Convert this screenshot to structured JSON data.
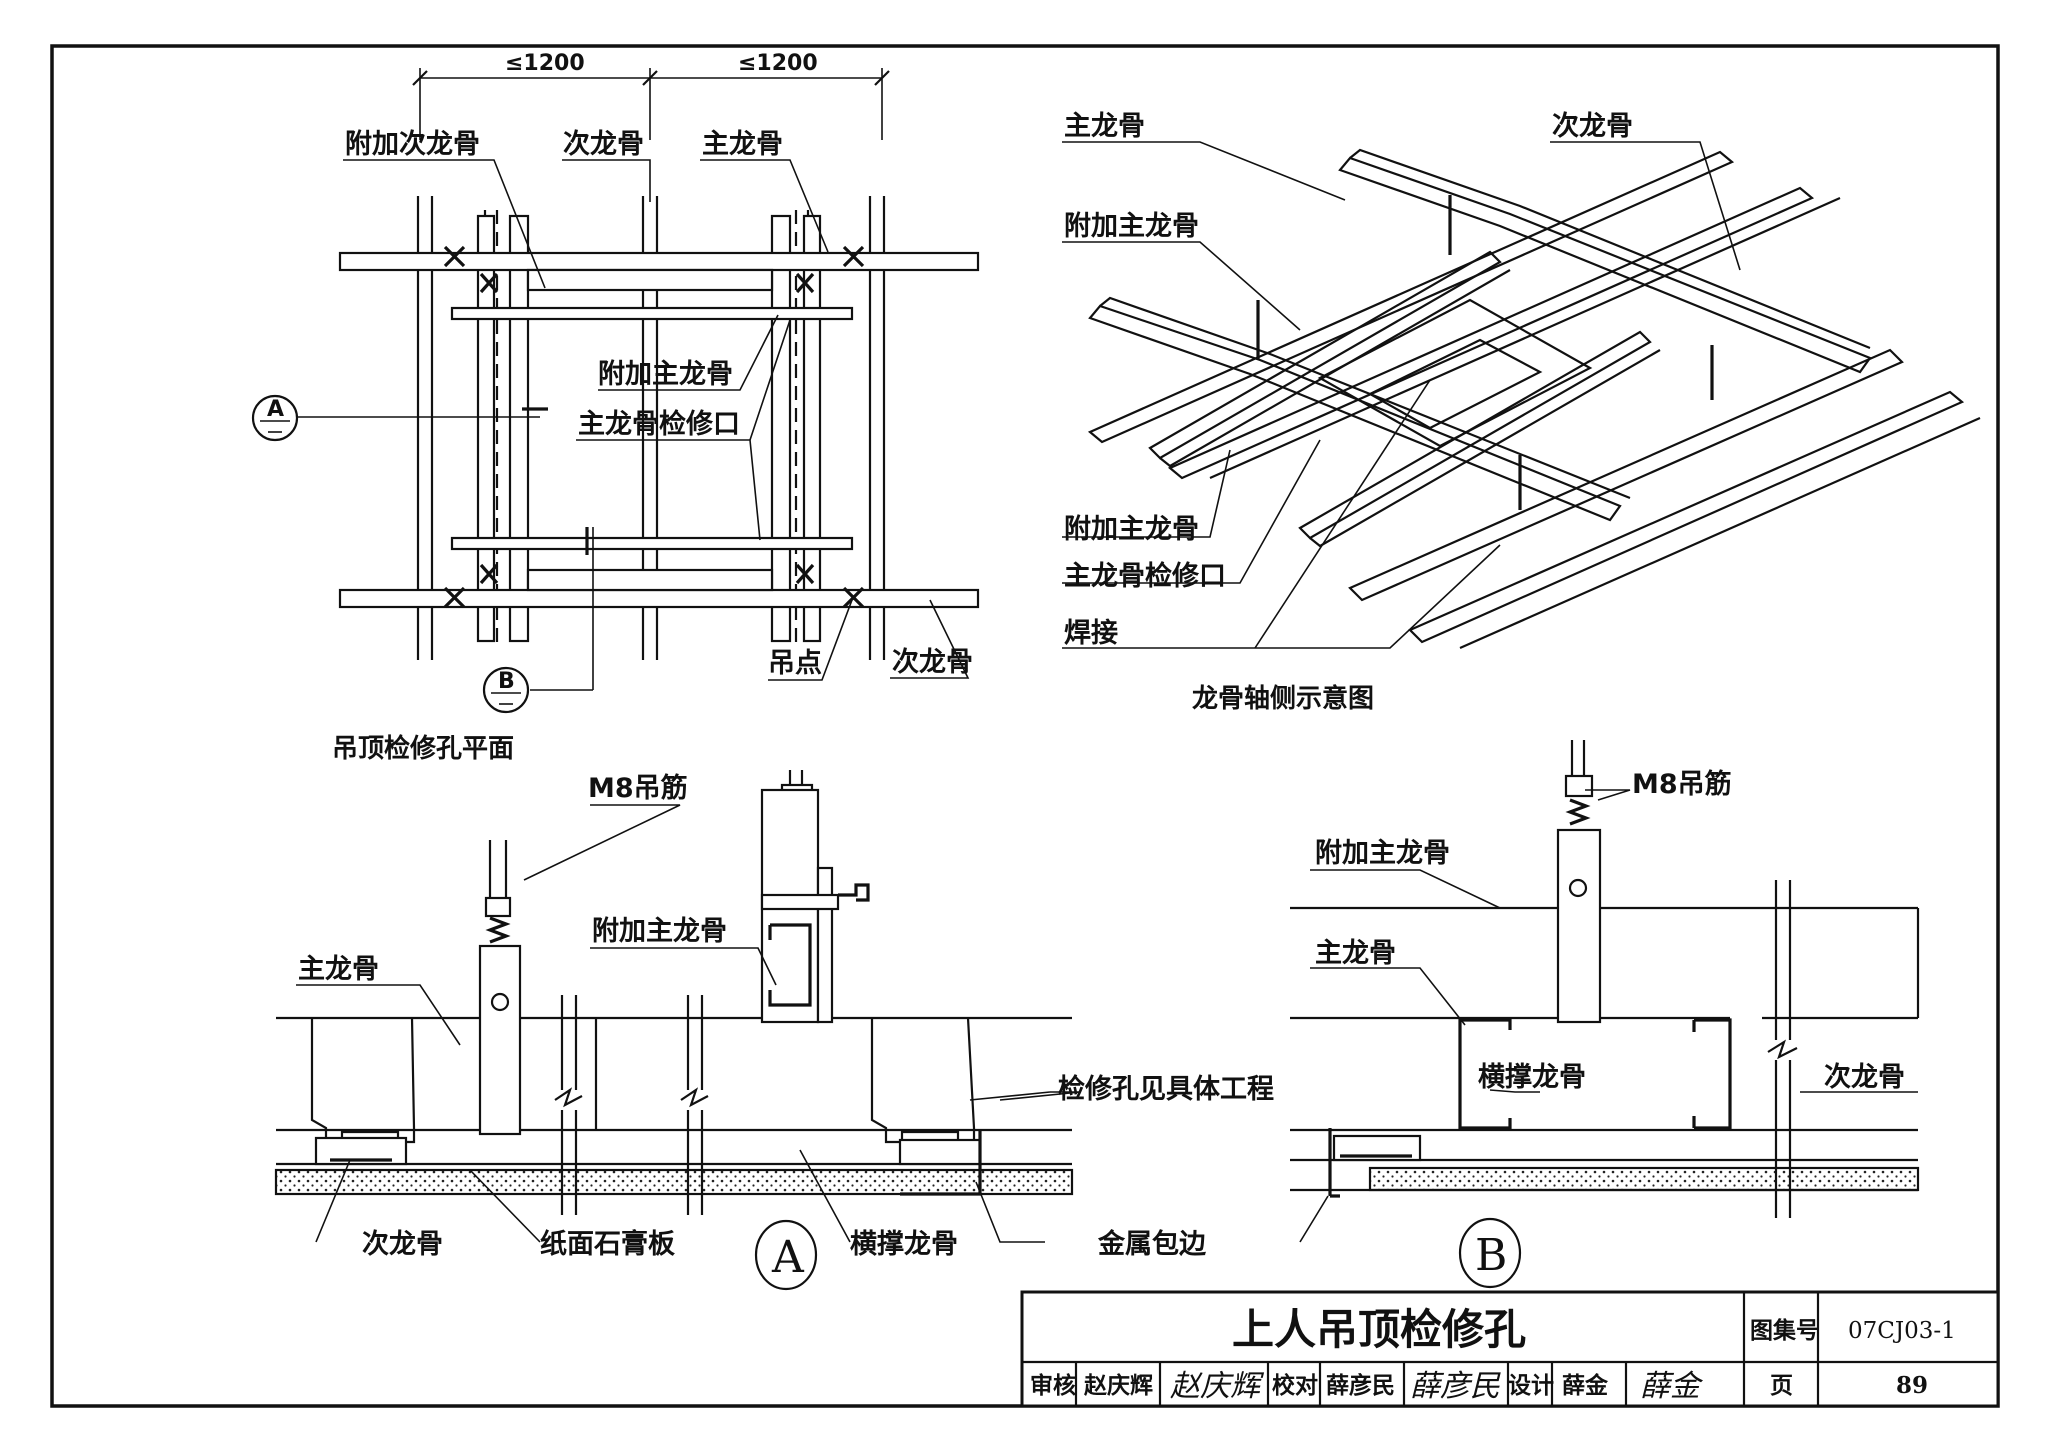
{
  "plan": {
    "dim_left": "≤1200",
    "dim_right": "≤1200",
    "lbl_extra_secondary": "附加次龙骨",
    "lbl_secondary_top": "次龙骨",
    "lbl_main_top": "主龙骨",
    "lbl_extra_main": "附加主龙骨",
    "lbl_access": "主龙骨检修口",
    "lbl_hang": "吊点",
    "lbl_secondary_bottom": "次龙骨",
    "marker_a": "A",
    "marker_b": "B",
    "caption": "吊顶检修孔平面"
  },
  "axo": {
    "lbl_main": "主龙骨",
    "lbl_secondary": "次龙骨",
    "lbl_extra_main_1": "附加主龙骨",
    "lbl_extra_main_2": "附加主龙骨",
    "lbl_access": "主龙骨检修口",
    "lbl_weld": "焊接",
    "caption": "龙骨轴侧示意图"
  },
  "sectionA": {
    "lbl_m8": "M8吊筋",
    "lbl_extra_main": "附加主龙骨",
    "lbl_main": "主龙骨",
    "lbl_access_note": "检修孔见具体工程",
    "lbl_secondary": "次龙骨",
    "lbl_gypsum": "纸面石膏板",
    "lbl_cross": "横撑龙骨",
    "lbl_edge": "金属包边",
    "marker": "A"
  },
  "sectionB": {
    "lbl_m8": "M8吊筋",
    "lbl_extra_main": "附加主龙骨",
    "lbl_main": "主龙骨",
    "lbl_cross": "横撑龙骨",
    "lbl_secondary": "次龙骨",
    "marker": "B"
  },
  "titleblock": {
    "title": "上人吊顶检修孔",
    "atlas_label": "图集号",
    "atlas_no": "07CJ03-1",
    "review_label": "审核",
    "review_name": "赵庆辉",
    "check_label": "校对",
    "check_name": "薛彦民",
    "design_label": "设计",
    "design_name": "薛金",
    "page_label": "页",
    "page_no": "89"
  }
}
